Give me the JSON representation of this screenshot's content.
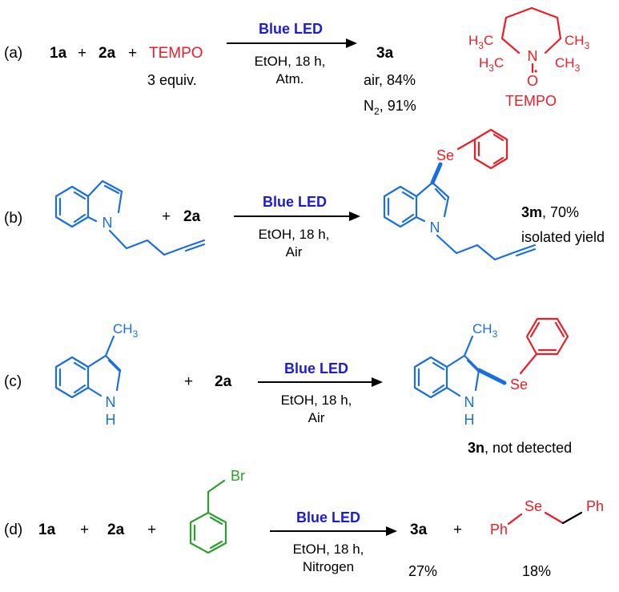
{
  "colors": {
    "blue": "#1a6fe0",
    "red": "#ee1c25",
    "green": "#2ca02c",
    "led": "#1c1cd6",
    "black": "#000000"
  },
  "panel_a": {
    "label": "(a)",
    "r1": "1a",
    "plus1": "+",
    "r2": "2a",
    "plus2": "+",
    "tempo": "TEMPO",
    "equiv": "3 equiv.",
    "led": "Blue LED",
    "cond1": "EtOH, 18 h,",
    "cond2": "Atm.",
    "product": "3a",
    "air": "air, 84%",
    "n2_a": "N",
    "n2_sub": "2",
    "n2_b": ", 91%",
    "tempo_struct": {
      "h3c_1": "H",
      "h3c_1_sub": "3",
      "h3c_1_c": "C",
      "ch3_1": "CH",
      "ch3_1_sub": "3",
      "h3c_2": "H",
      "h3c_2_sub": "3",
      "h3c_2_c": "C",
      "ch3_2": "CH",
      "ch3_2_sub": "3",
      "n": "N",
      "o": "O",
      "dot": "•",
      "name": "TEMPO"
    }
  },
  "panel_b": {
    "label": "(b)",
    "n": "N",
    "plus": "+",
    "r2": "2a",
    "led": "Blue LED",
    "cond1": "EtOH, 18 h,",
    "cond2": "Air",
    "prod_n": "N",
    "se": "Se",
    "product": "3m",
    "yield": ", 70%",
    "yield2": "isolated yield"
  },
  "panel_c": {
    "label": "(c)",
    "ch3": "CH",
    "ch3_sub": "3",
    "nh_n": "N",
    "nh_h": "H",
    "plus": "+",
    "r2": "2a",
    "led": "Blue LED",
    "cond1": "EtOH, 18 h,",
    "cond2": "Air",
    "prod_ch3": "CH",
    "prod_ch3_sub": "3",
    "prod_n": "N",
    "prod_h": "H",
    "se": "Se",
    "product": "3n",
    "result": ", not detected"
  },
  "panel_d": {
    "label": "(d)",
    "r1": "1a",
    "plus1": "+",
    "r2": "2a",
    "plus2": "+",
    "br": "Br",
    "led": "Blue LED",
    "cond1": "EtOH, 18 h,",
    "cond2": "Nitrogen",
    "product": "3a",
    "plus3": "+",
    "yield1": "27%",
    "ph1": "Ph",
    "se": "Se",
    "ph2": "Ph",
    "yield2": "18%"
  }
}
